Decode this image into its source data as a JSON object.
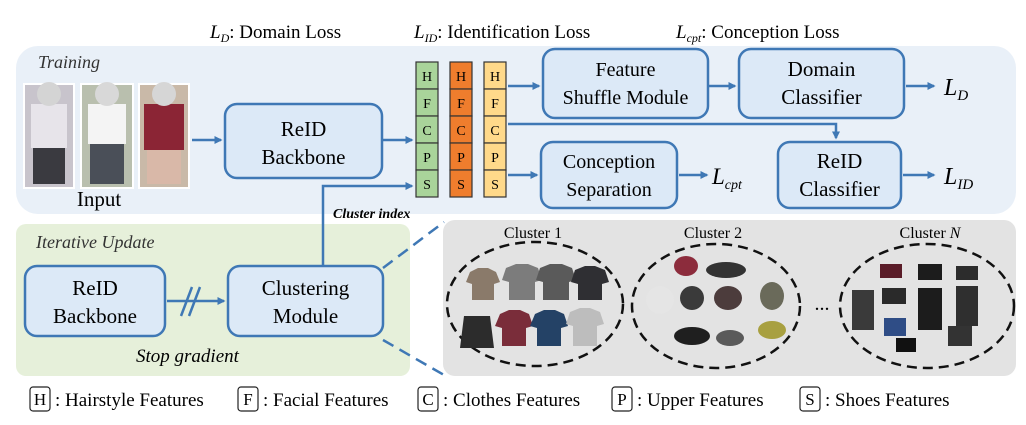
{
  "losses": {
    "domain": {
      "symbol": "L",
      "sub": "D",
      "desc": ": Domain Loss"
    },
    "identification": {
      "symbol": "L",
      "sub": "ID",
      "desc": ": Identification Loss"
    },
    "conception": {
      "symbol": "L",
      "sub": "cpt",
      "desc": ":  Conception Loss"
    }
  },
  "sections": {
    "training": "Training",
    "iterative": "Iterative Update"
  },
  "input_label": "Input",
  "boxes": {
    "reid_backbone_top": [
      "ReID",
      "Backbone"
    ],
    "feature_shuffle": [
      "Feature",
      "Shuffle Module"
    ],
    "domain_classifier": [
      "Domain",
      "Classifier"
    ],
    "conception_separation": [
      "Conception",
      "Separation"
    ],
    "reid_classifier": [
      "ReID",
      "Classifier"
    ],
    "reid_backbone_bottom": [
      "ReID",
      "Backbone"
    ],
    "clustering_module": [
      "Clustering",
      "Module"
    ]
  },
  "feature_letters": [
    "H",
    "F",
    "C",
    "P",
    "S"
  ],
  "stack_colors": [
    "#a9d49a",
    "#ef7d2d",
    "#ffd98a"
  ],
  "outputs": {
    "domain": {
      "symbol": "L",
      "sub": "D"
    },
    "conception": {
      "symbol": "L",
      "sub": "cpt"
    },
    "identification": {
      "symbol": "L",
      "sub": "ID"
    }
  },
  "cluster_index": "Cluster index",
  "stop_gradient": "Stop gradient",
  "clusters": {
    "c1": "Cluster 1",
    "c2": "Cluster 2",
    "cn_prefix": "Cluster ",
    "cn_italic": "N",
    "ellipsis": "..."
  },
  "legend": [
    {
      "letter": "H",
      "text": ": Hairstyle Features"
    },
    {
      "letter": "F",
      "text": ": Facial Features"
    },
    {
      "letter": "C",
      "text": ": Clothes Features"
    },
    {
      "letter": "P",
      "text": ": Upper Features"
    },
    {
      "letter": "S",
      "text": ": Shoes Features"
    }
  ],
  "colors": {
    "box_fill": "#dce9f7",
    "box_stroke": "#3f78b5",
    "arrow": "#3f78b5",
    "training_bg": "#e9f0f8",
    "iterative_bg": "#e6f0da",
    "cluster_bg": "#e3e3e3"
  }
}
